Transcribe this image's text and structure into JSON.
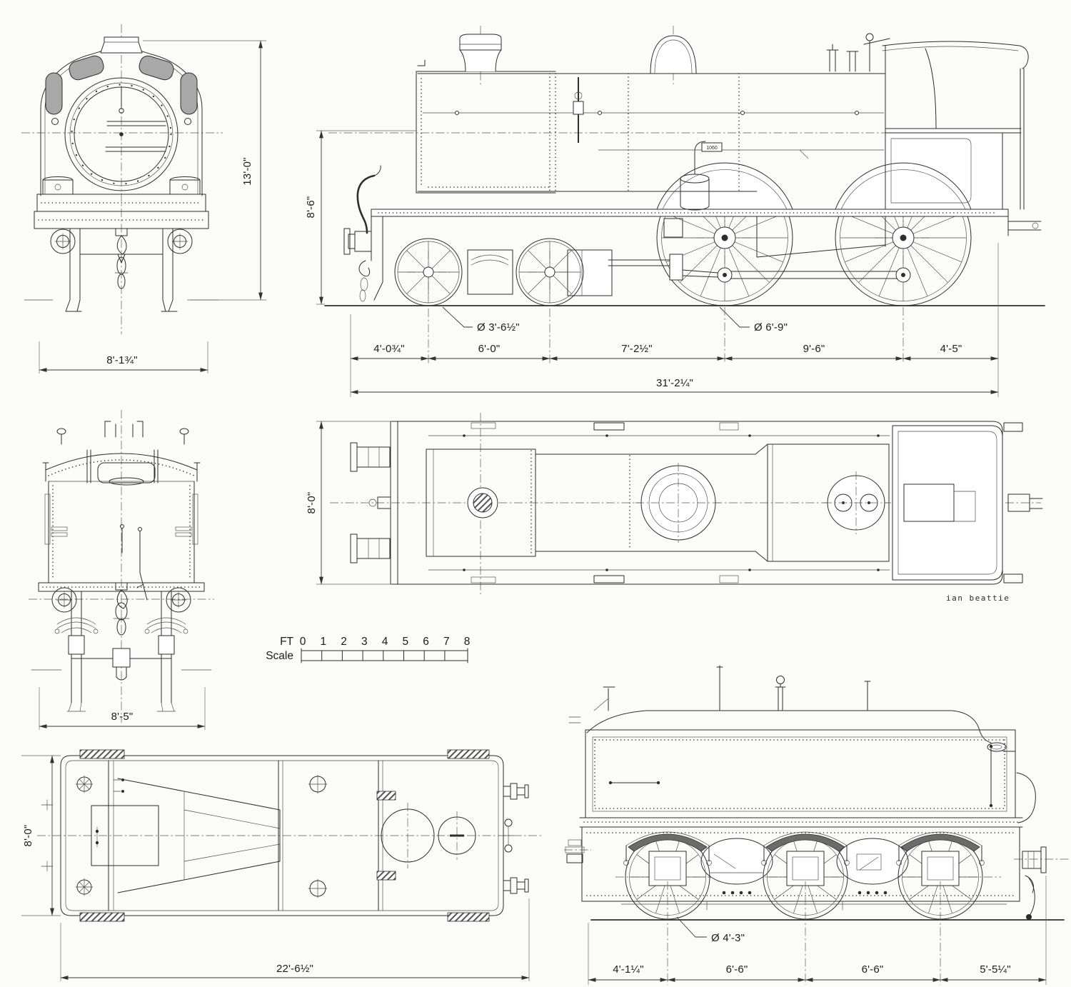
{
  "signature": "ian beattie",
  "loco_number": "1060",
  "scale_bar": {
    "unit": "FT",
    "label": "Scale",
    "ticks": [
      "0",
      "1",
      "2",
      "3",
      "4",
      "5",
      "6",
      "7",
      "8"
    ]
  },
  "dimensions": {
    "front_height": "13'-0\"",
    "front_width": "8'-1¾\"",
    "side_height": "8'-6\"",
    "bogie_wheel_dia": "Ø 3'-6½\"",
    "driving_wheel_dia": "Ø 6'-9\"",
    "side_spacings": [
      "4'-0¾\"",
      "6'-0\"",
      "7'-2½\"",
      "9'-6\"",
      "4'-5\""
    ],
    "overall_length": "31'-2¼\"",
    "plan_width": "8'-0\"",
    "tender_front_width": "8'-5\"",
    "tender_plan_width": "8'-0\"",
    "tender_plan_length": "22'-6½\"",
    "tender_wheel_dia": "Ø 4'-3\"",
    "tender_spacings": [
      "4'-1¼\"",
      "6'-6\"",
      "6'-6\"",
      "5'-5¼\""
    ]
  }
}
